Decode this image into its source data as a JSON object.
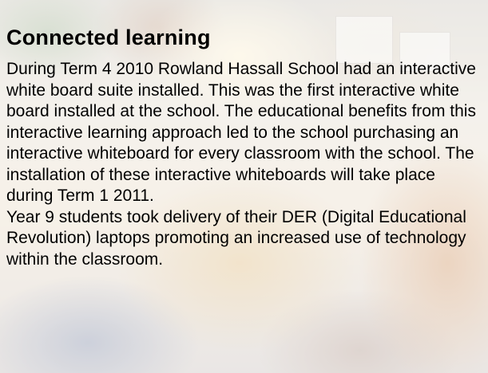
{
  "heading": "Connected learning",
  "paragraph_1": "During Term 4 2010 Rowland Hassall School had an interactive white board suite installed. This was the first interactive white board installed at the school. The educational benefits from this interactive learning approach led to the school purchasing an interactive whiteboard for every classroom with the school. The installation of these interactive whiteboards will take place during Term 1 2011.",
  "paragraph_2": "Year 9 students took delivery of their DER (Digital Educational Revolution) laptops promoting an increased use of technology within the classroom."
}
